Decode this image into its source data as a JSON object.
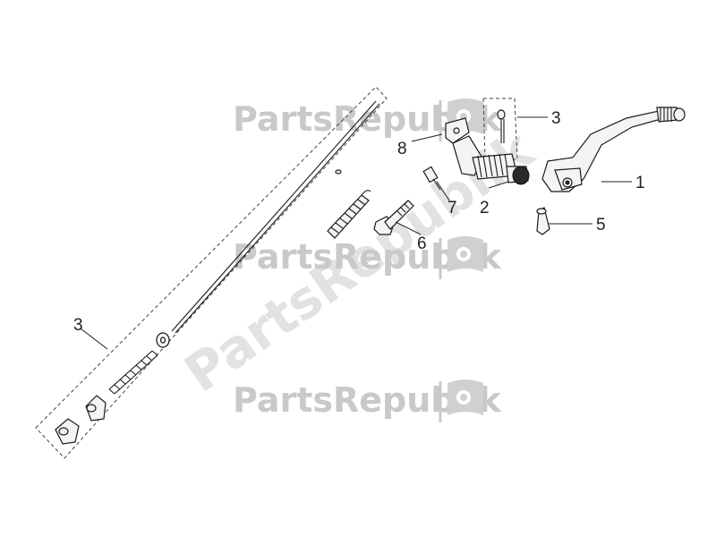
{
  "watermark": {
    "brand": "PartsRepublik",
    "colors": {
      "text": "#c9c9c9",
      "gear_icon": "#d0d0d0"
    }
  },
  "callouts": [
    {
      "id": "1",
      "label": "1",
      "part": "gear-shift-lever"
    },
    {
      "id": "2",
      "label": "2",
      "part": "shift-shaft"
    },
    {
      "id": "3a",
      "label": "3",
      "part": "clip-kit"
    },
    {
      "id": "3b",
      "label": "3",
      "part": "shift-rod-kit"
    },
    {
      "id": "5",
      "label": "5",
      "part": "pin"
    },
    {
      "id": "6",
      "label": "6",
      "part": "bolt"
    },
    {
      "id": "7",
      "label": "7",
      "part": "grease-nipple"
    },
    {
      "id": "8",
      "label": "8",
      "part": "bracket-plate"
    }
  ],
  "colors": {
    "line": "#1a1a1a",
    "background": "#ffffff"
  }
}
